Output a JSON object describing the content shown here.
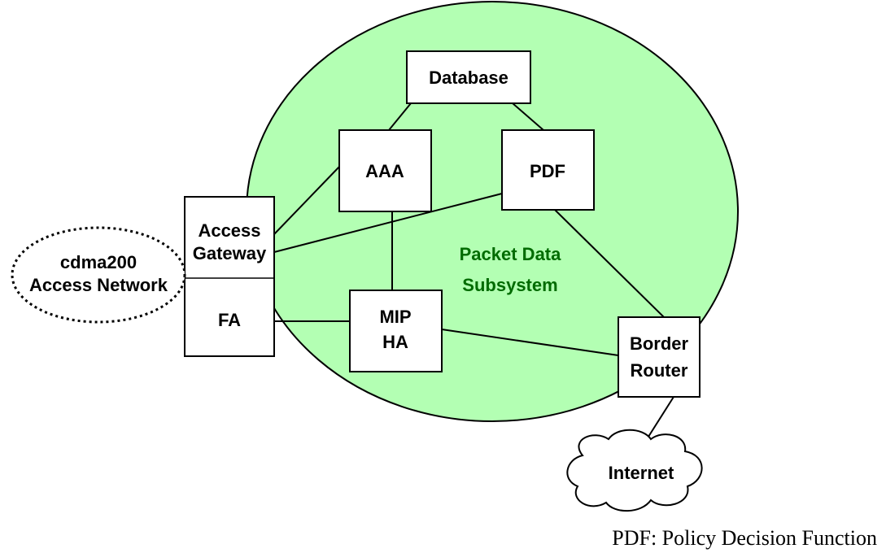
{
  "colors": {
    "subsystem_fill": "#b3ffb3",
    "box_fill": "#ffffff",
    "stroke": "#000000",
    "background": "#ffffff"
  },
  "nodes": {
    "database": "Database",
    "aaa": "AAA",
    "pdf": "PDF",
    "access_gateway": [
      "Access",
      "Gateway"
    ],
    "fa": "FA",
    "mip_ha": [
      "MIP",
      "HA"
    ],
    "border_router": [
      "Border",
      "Router"
    ],
    "internet": "Internet",
    "cdma_access_network": [
      "cdma200",
      "Access Network"
    ]
  },
  "subsystem_label": [
    "Packet Data",
    "Subsystem"
  ],
  "footnote": "PDF: Policy Decision Function"
}
